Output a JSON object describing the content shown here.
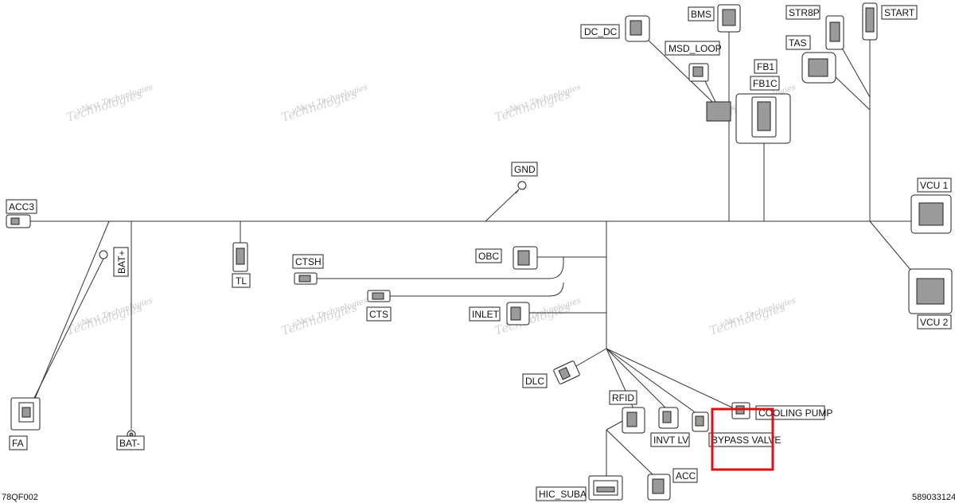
{
  "labels": {
    "dc_dc": "DC_DC",
    "bms": "BMS",
    "str8p": "STR8P",
    "start": "START",
    "msd_loop": "MSD_LOOP",
    "tas": "TAS",
    "fb1": "FB1",
    "fb1c": "FB1C",
    "gnd": "GND",
    "acc3": "ACC3",
    "vcu1": "VCU 1",
    "vcu2": "VCU 2",
    "bat_plus": "BAT+",
    "tl": "TL",
    "ctsh": "CTSH",
    "obc": "OBC",
    "cts": "CTS",
    "inlet": "INLET",
    "dlc": "DLC",
    "rfid": "RFID",
    "invt_lv": "INVT LV",
    "cooling_pump": "COOLING PUMP",
    "bypass_valve": "BYPASS VALVE",
    "fa": "FA",
    "bat_minus": "BAT-",
    "acc": "ACC",
    "hic_suba": "HIC_SUBA"
  },
  "footer": {
    "left_code": "78QF002",
    "right_code": "589033124"
  },
  "watermark": {
    "line1": "vNext Technologies",
    "line2": "Technologies"
  },
  "highlight_color": "#dd1111"
}
